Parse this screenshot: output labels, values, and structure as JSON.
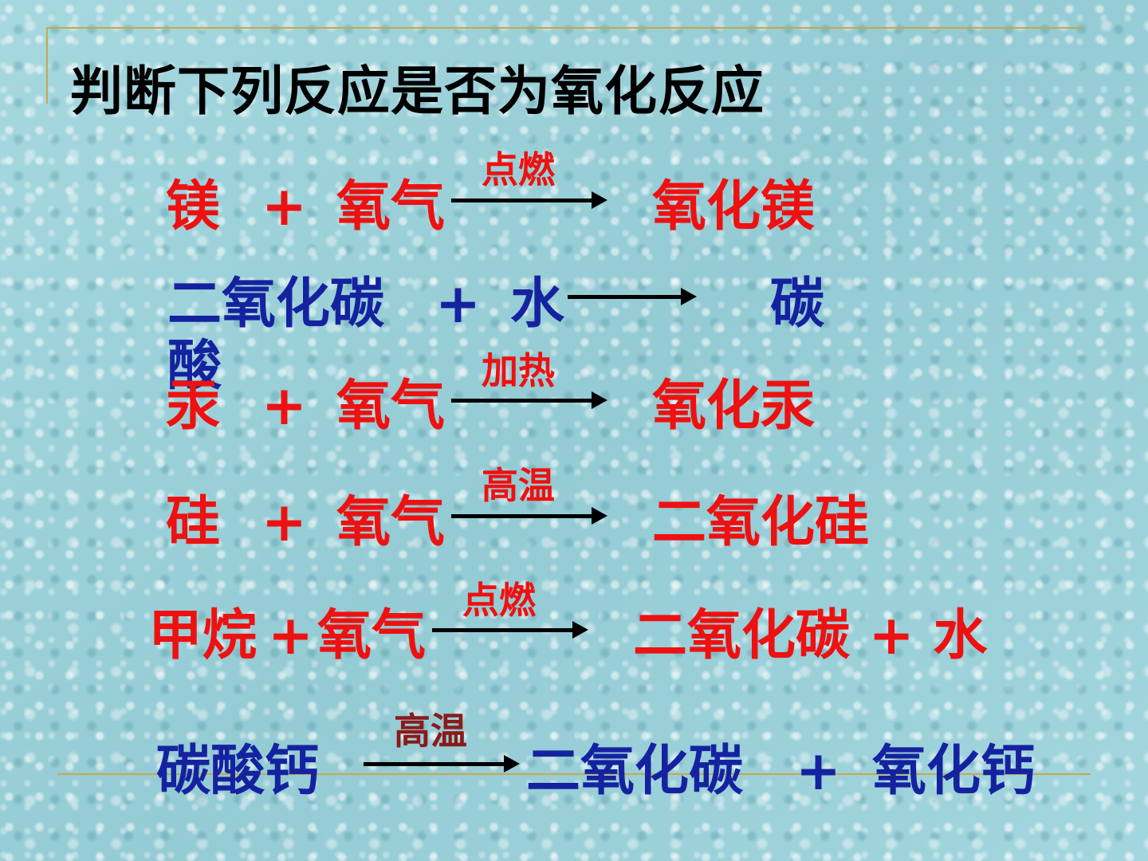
{
  "title": "判断下列反应是否为氧化反应",
  "reactions": [
    {
      "reactant1": "镁",
      "plus": "+",
      "reactant2": "氧气",
      "condition": "点燃",
      "product": "氧化镁"
    },
    {
      "reactant1": "二氧化碳",
      "plus": "+",
      "reactant2": "水",
      "condition": "",
      "product": "碳",
      "product_wrap": "酸"
    },
    {
      "reactant1": "汞",
      "plus": "+",
      "reactant2": "氧气",
      "condition": "加热",
      "product": "氧化汞"
    },
    {
      "reactant1": "硅",
      "plus": "+",
      "reactant2": "氧气",
      "condition": "高温",
      "product": "二氧化硅"
    },
    {
      "reactant1": "甲烷",
      "plus": "+",
      "reactant2": "氧气",
      "condition": "点燃",
      "product": "二氧化碳 + 水"
    },
    {
      "reactant1": "碳酸钙",
      "condition": "高温",
      "product1": "二氧化碳",
      "plus": "+",
      "product2": "氧化钙"
    }
  ],
  "colors": {
    "red": "#ee1111",
    "blue": "#1522a0",
    "condition_dark": "#8b1a1a",
    "rule_line": "#c9a84a"
  }
}
